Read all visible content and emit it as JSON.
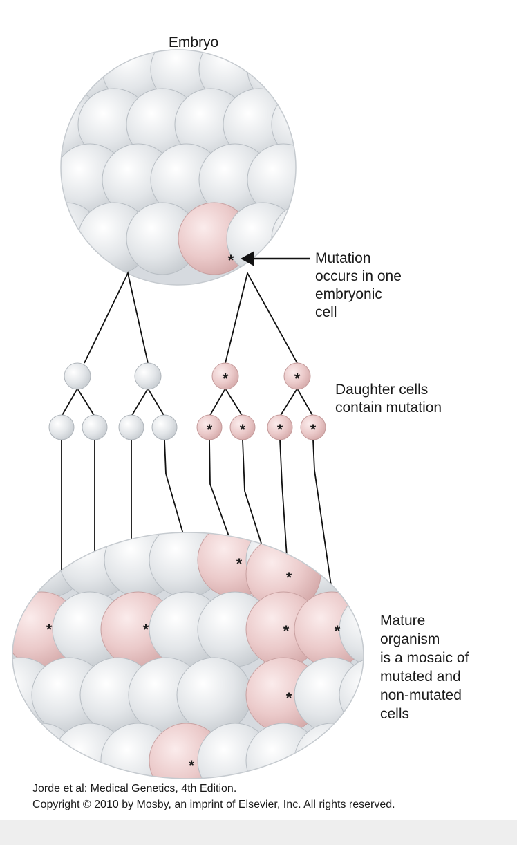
{
  "labels": {
    "embryo": "Embryo",
    "mutation_note": [
      "Mutation",
      "occurs in one",
      "embryonic",
      "cell"
    ],
    "daughter_note": [
      "Daughter cells",
      "contain mutation"
    ],
    "mature_note": [
      "Mature",
      "organism",
      "is a mosaic of",
      "mutated and",
      "non-mutated",
      "cells"
    ]
  },
  "marker": "*",
  "credit": {
    "line1": "Jorde et al: Medical Genetics, 4th Edition.",
    "line2": "Copyright © 2010 by Mosby, an imprint of Elsevier, Inc. All rights reserved."
  },
  "colors": {
    "normal_cell": "#d9dde1",
    "mutated_cell": "#e8c3c3",
    "line": "#111111"
  }
}
